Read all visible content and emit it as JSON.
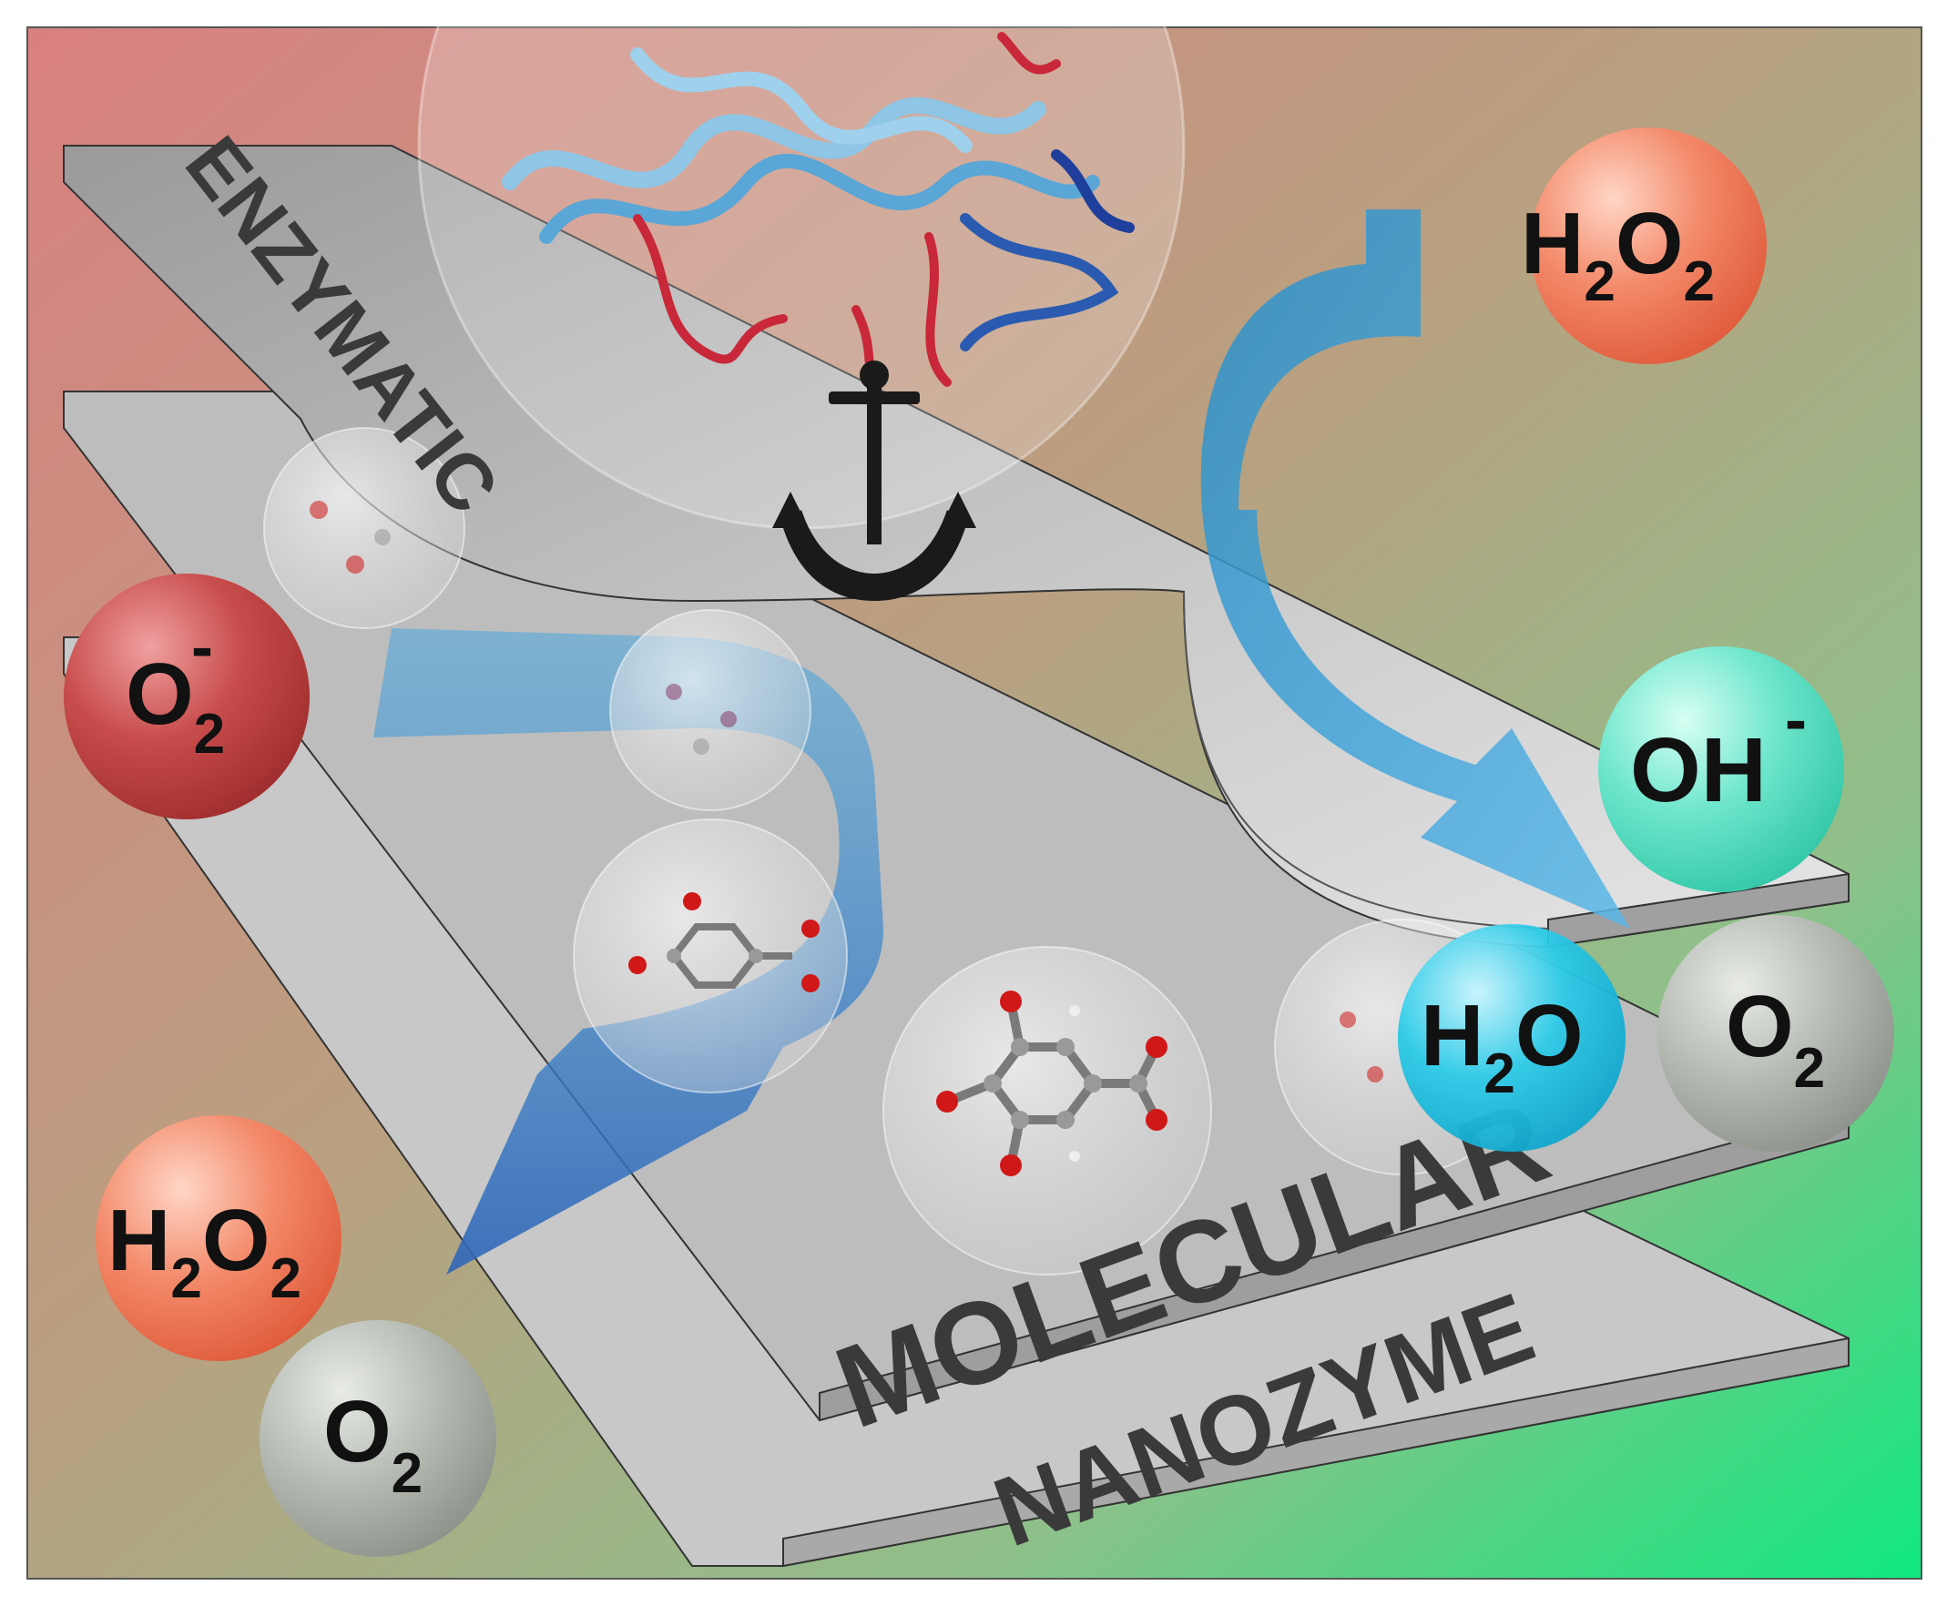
{
  "labels": {
    "enzymatic": "ENZYMATIC",
    "molecular": "MOLECULAR",
    "nanozyme": "NANOZYME"
  },
  "species": {
    "h2o2_top": {
      "main": "H",
      "sub1": "2",
      "mid": "O",
      "sub2": "2"
    },
    "o2_minus": {
      "main": "O",
      "sub": "2",
      "sup": "-"
    },
    "oh_minus": {
      "main": "OH",
      "sup": "-"
    },
    "h2o": {
      "main": "H",
      "sub": "2",
      "tail": "O"
    },
    "o2_right": {
      "main": "O",
      "sub": "2"
    },
    "h2o2_bottom": {
      "main": "H",
      "sub1": "2",
      "mid": "O",
      "sub2": "2"
    },
    "o2_bottom": {
      "main": "O",
      "sub": "2"
    }
  },
  "colors": {
    "h2o2": "#f0866a",
    "o2_minus": "#c64848",
    "oh_minus": "#5fe0c4",
    "h2o": "#28c8e6",
    "o2": "#aab0a8",
    "arrow": "#3f9fd6",
    "sheet": "#cfcfcf",
    "text": "#3a3a3a"
  },
  "icons": [
    "anchor-icon",
    "protein-ribbon-icon",
    "gallic-acid-molecule-icon"
  ]
}
